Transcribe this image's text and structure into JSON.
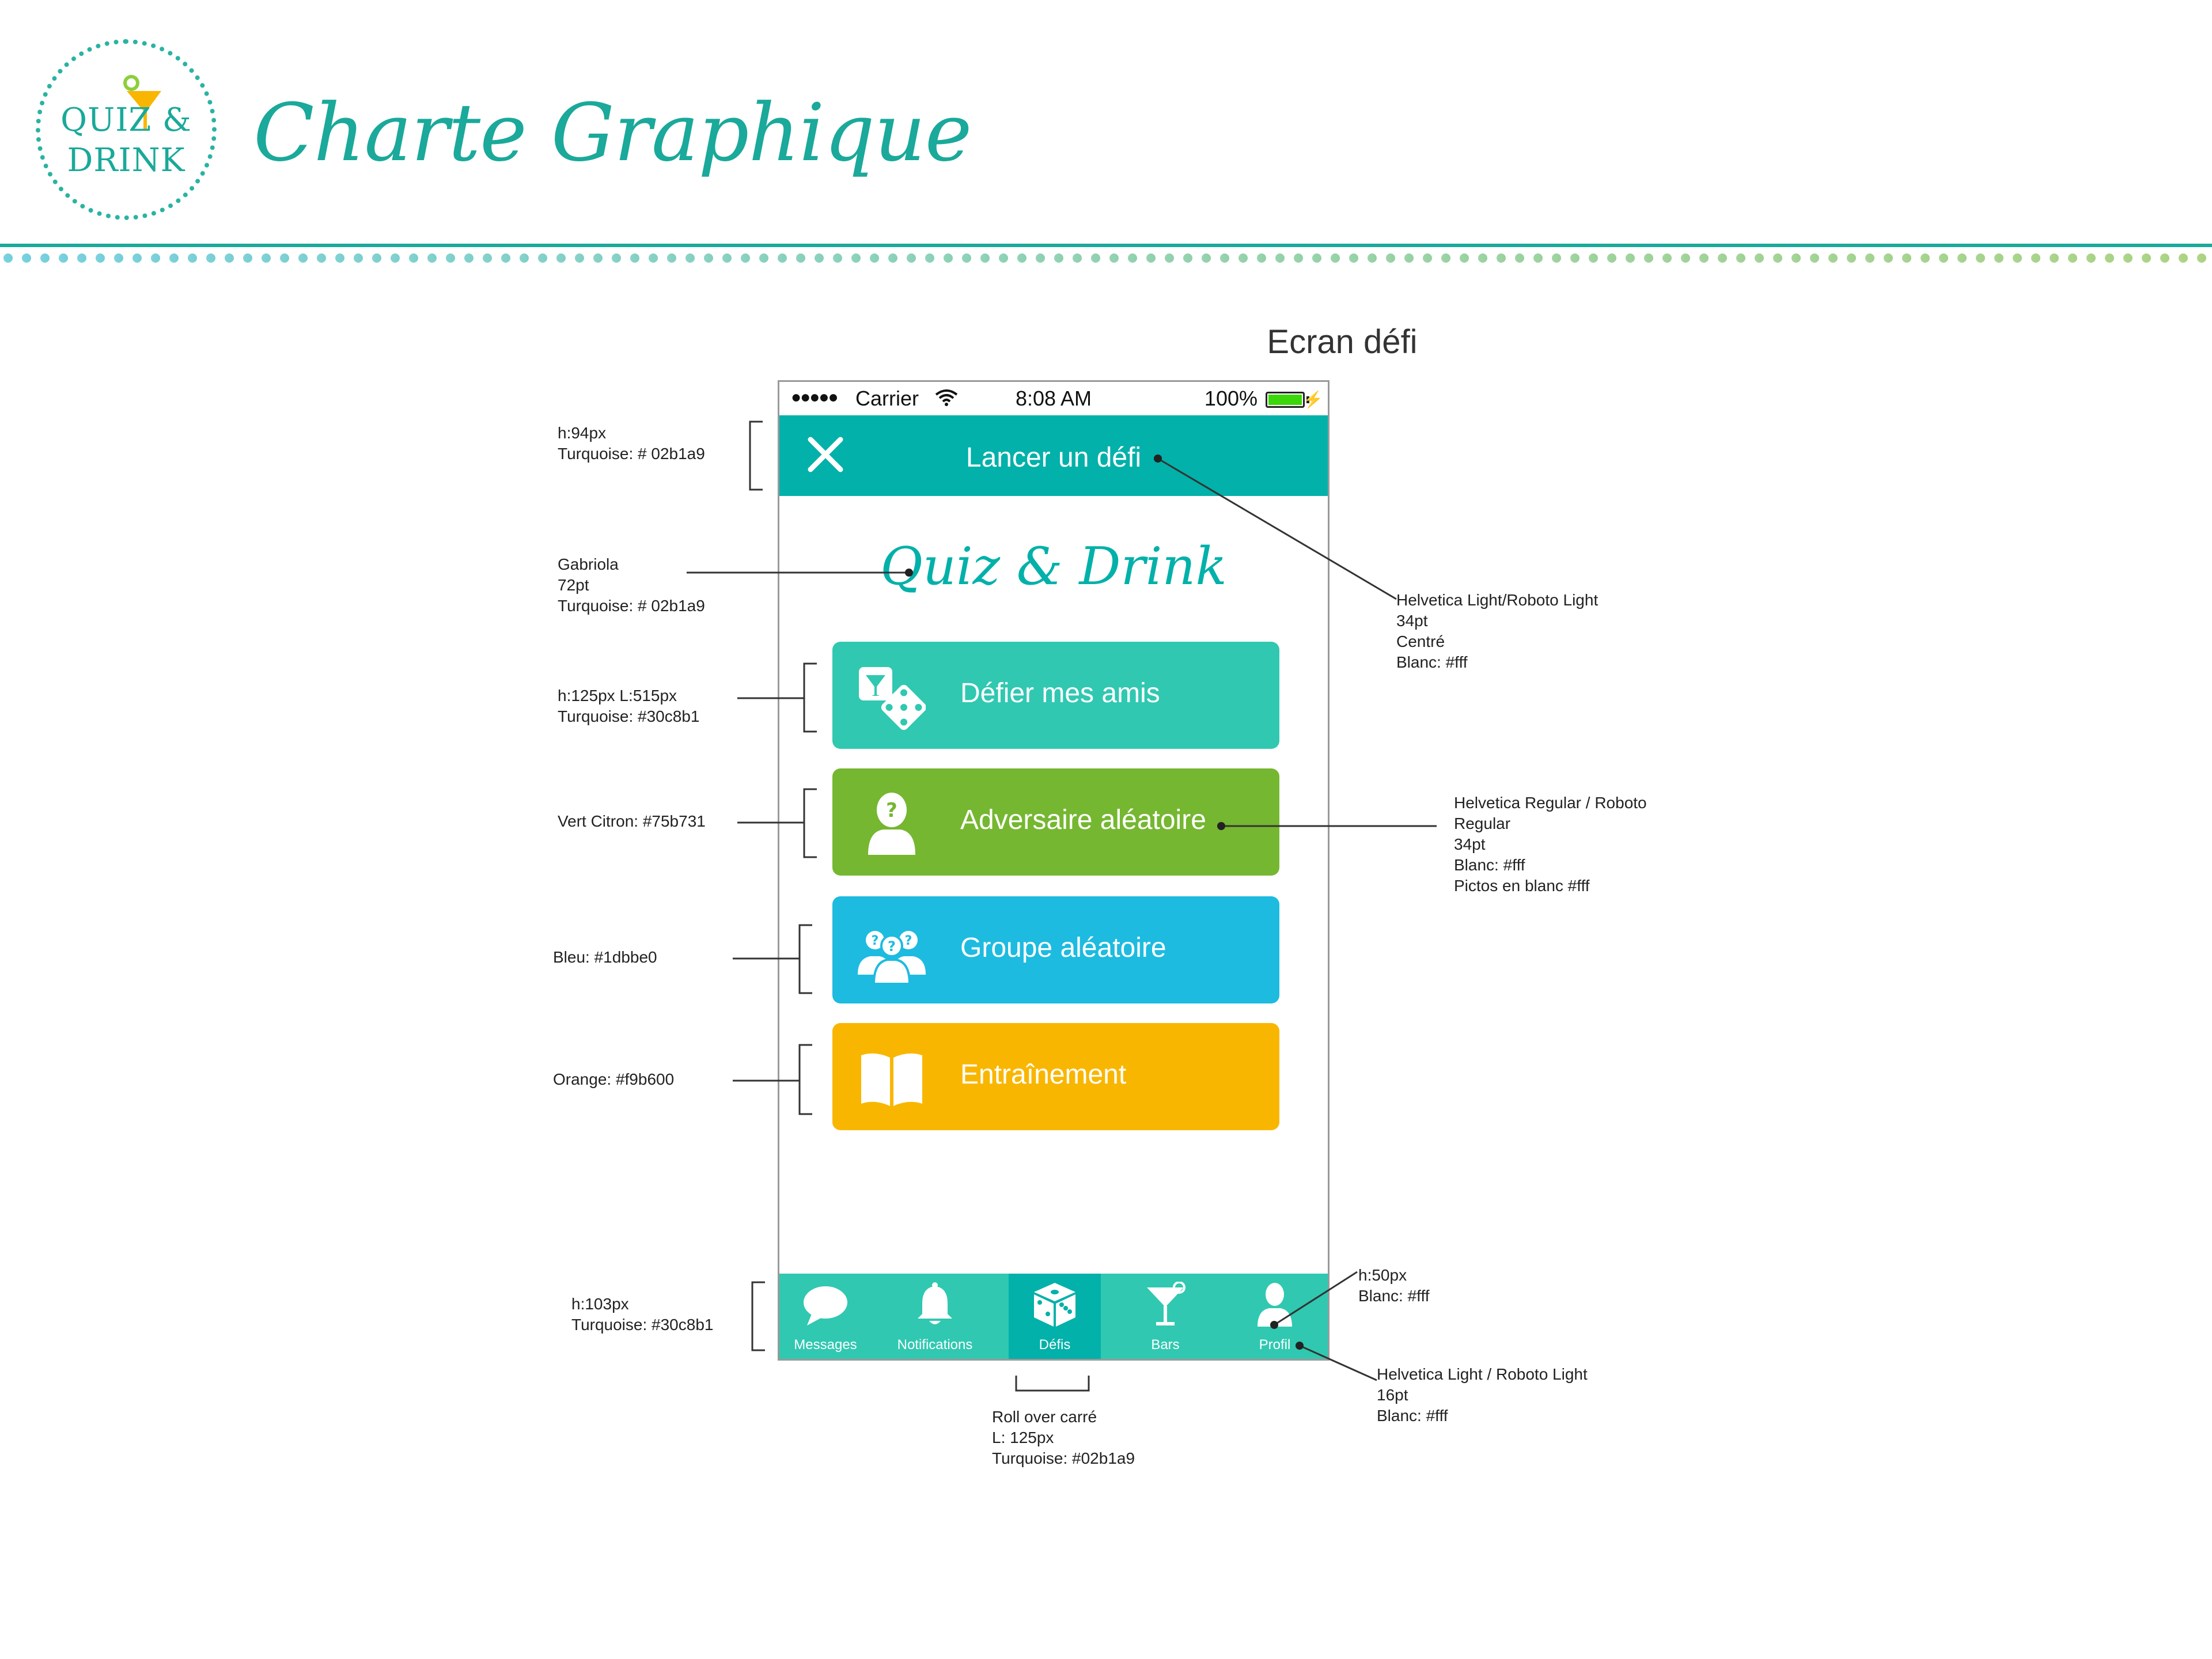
{
  "logo": {
    "line1": "QUIZ &",
    "line2": "DRINK"
  },
  "page_title": "Charte Graphique",
  "screen_title": "Ecran défi",
  "phone": {
    "status": {
      "carrier": "Carrier",
      "time": "8:08 AM",
      "battery": "100%",
      "signal_dots": "●●●●●",
      "battery_level_percent": 100
    },
    "nav_title": "Lancer un défi",
    "app_name": "Quiz & Drink",
    "buttons": [
      {
        "label": "Défier mes amis",
        "color": "#30c8b1",
        "icon": "cocktail-dice-icon"
      },
      {
        "label": "Adversaire aléatoire",
        "color": "#75b731",
        "icon": "mystery-person-icon"
      },
      {
        "label": "Groupe aléatoire",
        "color": "#1dbbe0",
        "icon": "mystery-group-icon"
      },
      {
        "label": "Entraînement",
        "color": "#f9b600",
        "icon": "open-book-icon"
      }
    ],
    "tabs": [
      {
        "label": "Messages",
        "icon": "speech-bubble-icon"
      },
      {
        "label": "Notifications",
        "icon": "bell-icon"
      },
      {
        "label": "Défis",
        "icon": "dice-icon",
        "active": true
      },
      {
        "label": "Bars",
        "icon": "cocktail-glass-icon"
      },
      {
        "label": "Profil",
        "icon": "user-icon"
      }
    ]
  },
  "colors": {
    "turquoise_dark": "#02b1a9",
    "turquoise": "#30c8b1",
    "vert_citron": "#75b731",
    "bleu": "#1dbbe0",
    "orange": "#f9b600",
    "blanc": "#fff"
  },
  "annotations": {
    "navbar": "h:94px\nTurquoise: # 02b1a9",
    "app_name": "Gabriola\n72pt\nTurquoise: # 02b1a9",
    "nav_title": "Helvetica Light/Roboto Light\n34pt\nCentré\nBlanc: #fff",
    "button_size": "h:125px L:515px\nTurquoise: #30c8b1",
    "vert": "Vert Citron: #75b731",
    "button_font": "Helvetica Regular / Roboto\nRegular\n34pt\nBlanc: #fff\nPictos en blanc #fff",
    "bleu": "Bleu: #1dbbe0",
    "orange": "Orange: #f9b600",
    "tabbar": "h:103px\nTurquoise: #30c8b1",
    "icon_size": "h:50px\nBlanc: #fff",
    "tab_font": "Helvetica Light / Roboto Light\n16pt\nBlanc: #fff",
    "rollover": "Roll over carré\nL: 125px\nTurquoise: #02b1a9"
  }
}
